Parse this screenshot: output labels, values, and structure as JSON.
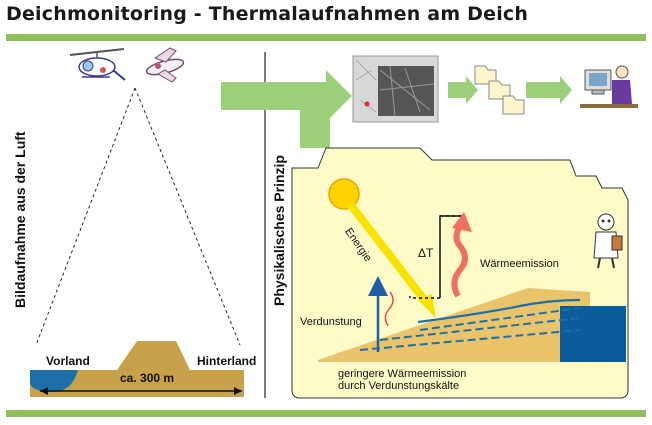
{
  "title": "Deichmonitoring - Thermalaufnahmen am Deich",
  "left_panel": {
    "vertical_label": "Bildaufnahme aus der Luft",
    "vorland": "Vorland",
    "hinterland": "Hinterland",
    "distance": "ca. 300 m"
  },
  "right_panel": {
    "vertical_label": "Physikalisches Prinzip",
    "energie": "Energie",
    "delta_t": "ΔT",
    "waermeemission": "Wärmeemission",
    "verdunstung": "Verdunstung",
    "note_line1": "geringere Wärmeemission",
    "note_line2": "durch Verdunstungskälte"
  },
  "colors": {
    "green_bar": "#8dbf5c",
    "green_arrow": "#9dd07a",
    "panel_fill": "#fffbc8",
    "dike": "#c8a24a",
    "water": "#1e6fa8",
    "sun": "#ffd400"
  }
}
